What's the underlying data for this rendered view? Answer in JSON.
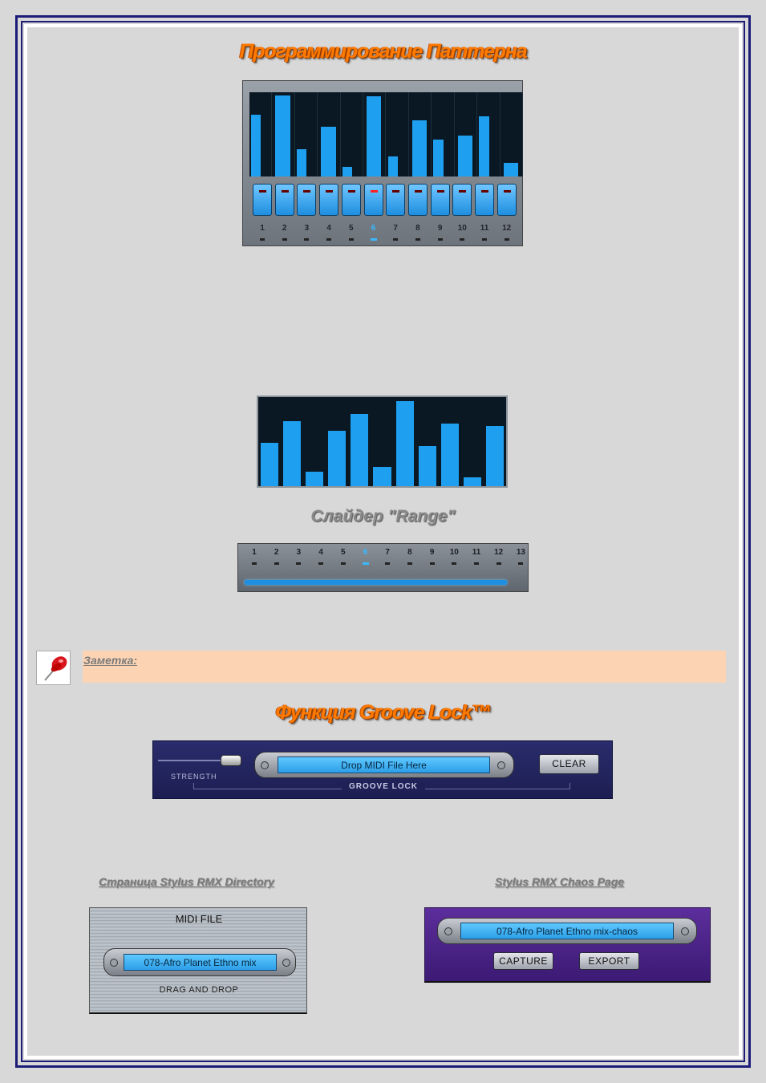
{
  "headings": {
    "pattern_programming": "Программирование Паттерна",
    "range_slider": "Слайдер \"Range\"",
    "groove_lock": "Функция Groove Lock™"
  },
  "step_editor": {
    "bar_levels": [
      0.75,
      0.98,
      0.33,
      0.6,
      0.12,
      0.97,
      0.24,
      0.68,
      0.45,
      0.5,
      0.73,
      0.17
    ],
    "steps": [
      "1",
      "2",
      "3",
      "4",
      "5",
      "6",
      "7",
      "8",
      "9",
      "10",
      "11",
      "12"
    ],
    "active_step": "6"
  },
  "bar_view_2": {
    "bar_levels": [
      0.5,
      0.75,
      0.17,
      0.64,
      0.83,
      0.22,
      0.98,
      0.46,
      0.72,
      0.1,
      0.69
    ]
  },
  "range_slider": {
    "steps": [
      "1",
      "2",
      "3",
      "4",
      "5",
      "6",
      "7",
      "8",
      "9",
      "10",
      "11",
      "12",
      "13"
    ],
    "active_step": "6"
  },
  "note": {
    "label": "Заметка:"
  },
  "groove_lock": {
    "strength_label": "STRENGTH",
    "drop_text": "Drop MIDI File Here",
    "clear_button": "CLEAR",
    "panel_label": "GROOVE LOCK"
  },
  "directory": {
    "caption": "Страница Stylus RMX Directory",
    "title": "MIDI FILE",
    "file": "078-Afro Planet  Ethno mix",
    "footer": "DRAG AND DROP"
  },
  "chaos": {
    "caption": "Stylus RMX Chaos Page",
    "file": "078-Afro Planet  Ethno mix-chaos",
    "capture_button": "CAPTURE",
    "export_button": "EXPORT"
  },
  "colors": {
    "frame": "#1c1c78",
    "heading_orange": "#ff7a00",
    "bar_blue": "#1e9ff0",
    "note_bg": "#fcd4b4"
  }
}
